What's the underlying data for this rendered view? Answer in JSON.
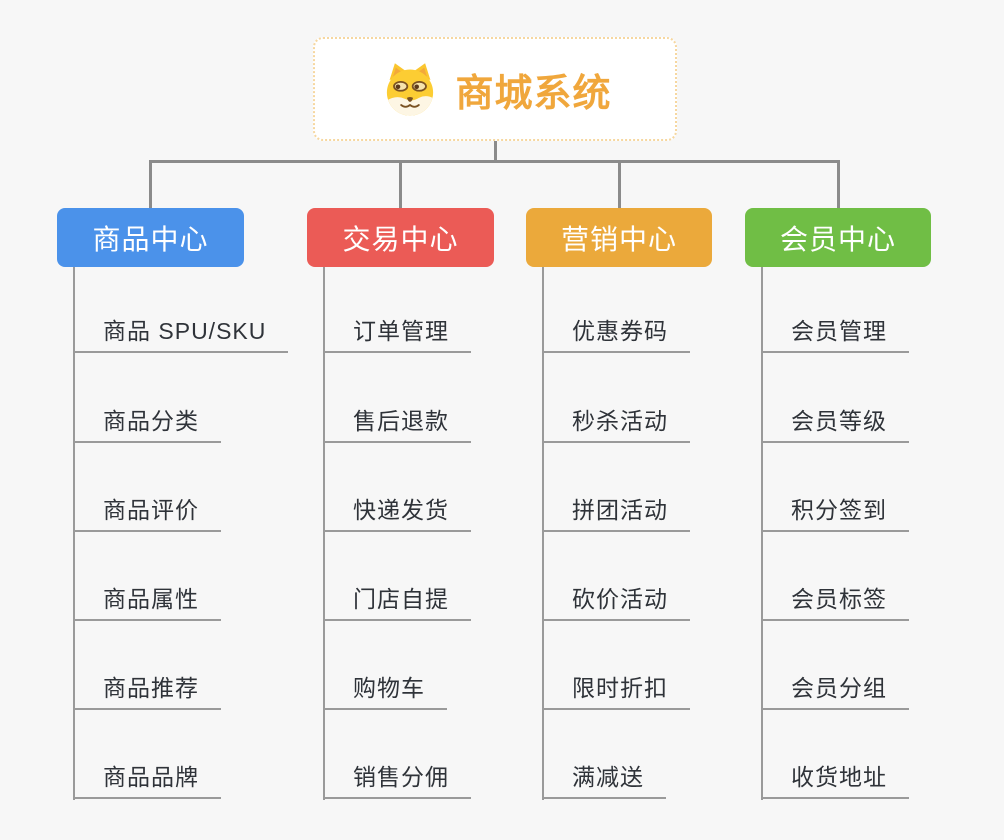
{
  "app": {
    "title": "商城系统"
  },
  "root": {
    "title": "商城系统",
    "icon": "doge-icon",
    "accent_color": "#f0a73c",
    "border_color": "#f6d7a0"
  },
  "colors": {
    "background": "#f7f7f7",
    "connector": "#8b8b8b",
    "thin_line": "#9a9a9a",
    "leaf_text": "#2f3339"
  },
  "branches": [
    {
      "label": "商品中心",
      "color": "#4b92ea",
      "children": [
        "商品 SPU/SKU",
        "商品分类",
        "商品评价",
        "商品属性",
        "商品推荐",
        "商品品牌"
      ]
    },
    {
      "label": "交易中心",
      "color": "#eb5b56",
      "children": [
        "订单管理",
        "售后退款",
        "快递发货",
        "门店自提",
        "购物车",
        "销售分佣"
      ]
    },
    {
      "label": "营销中心",
      "color": "#eba93b",
      "children": [
        "优惠券码",
        "秒杀活动",
        "拼团活动",
        "砍价活动",
        "限时折扣",
        "满减送"
      ]
    },
    {
      "label": "会员中心",
      "color": "#70be45",
      "children": [
        "会员管理",
        "会员等级",
        "积分签到",
        "会员标签",
        "会员分组",
        "收货地址"
      ]
    }
  ]
}
